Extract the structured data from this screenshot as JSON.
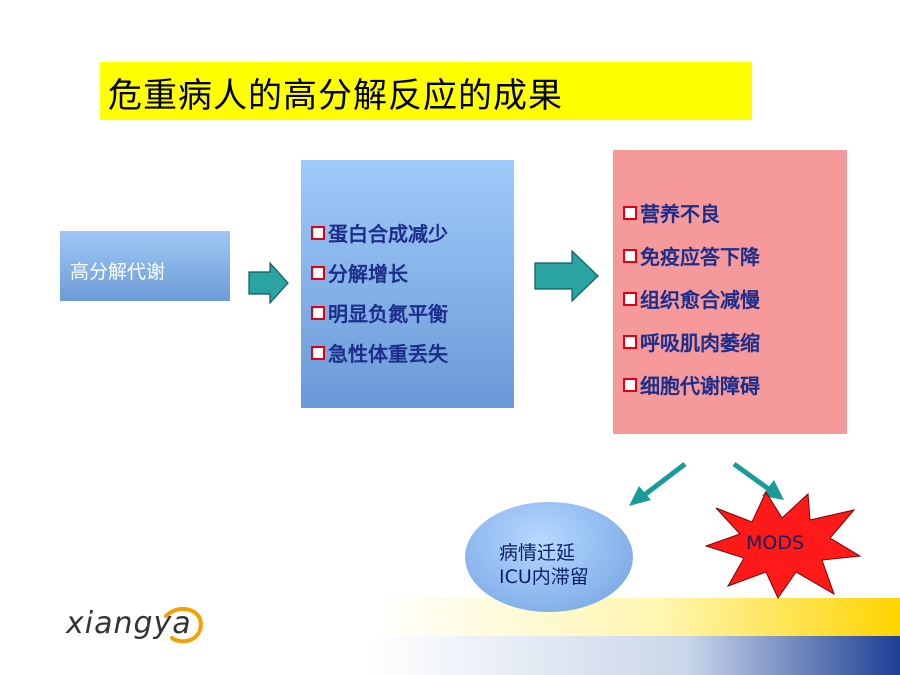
{
  "title": "危重病人的高分解反应的成果",
  "source_box": {
    "label": "高分解代谢"
  },
  "middle_box": {
    "items": [
      "蛋白合成减少",
      "分解增长",
      "明显负氮平衡",
      "急性体重丢失"
    ]
  },
  "right_box": {
    "items": [
      "营养不良",
      "免疫应答下降",
      "组织愈合减慢",
      "呼吸肌肉萎缩",
      "细胞代谢障碍"
    ]
  },
  "outcome_left": {
    "line1": "病情迁延",
    "line2": "ICU内滞留"
  },
  "outcome_right": {
    "label": "MODS"
  },
  "logo": {
    "text": "xiangya"
  },
  "colors": {
    "title_band": "#ffff00",
    "arrow_fill": "#2aa3a3",
    "blue_box": "#80b3ea",
    "red_box": "#f5999b",
    "star_fill": "#ff1a1a",
    "bullet_text": "#1c2d8a",
    "bullet_square": "#e0000f"
  }
}
